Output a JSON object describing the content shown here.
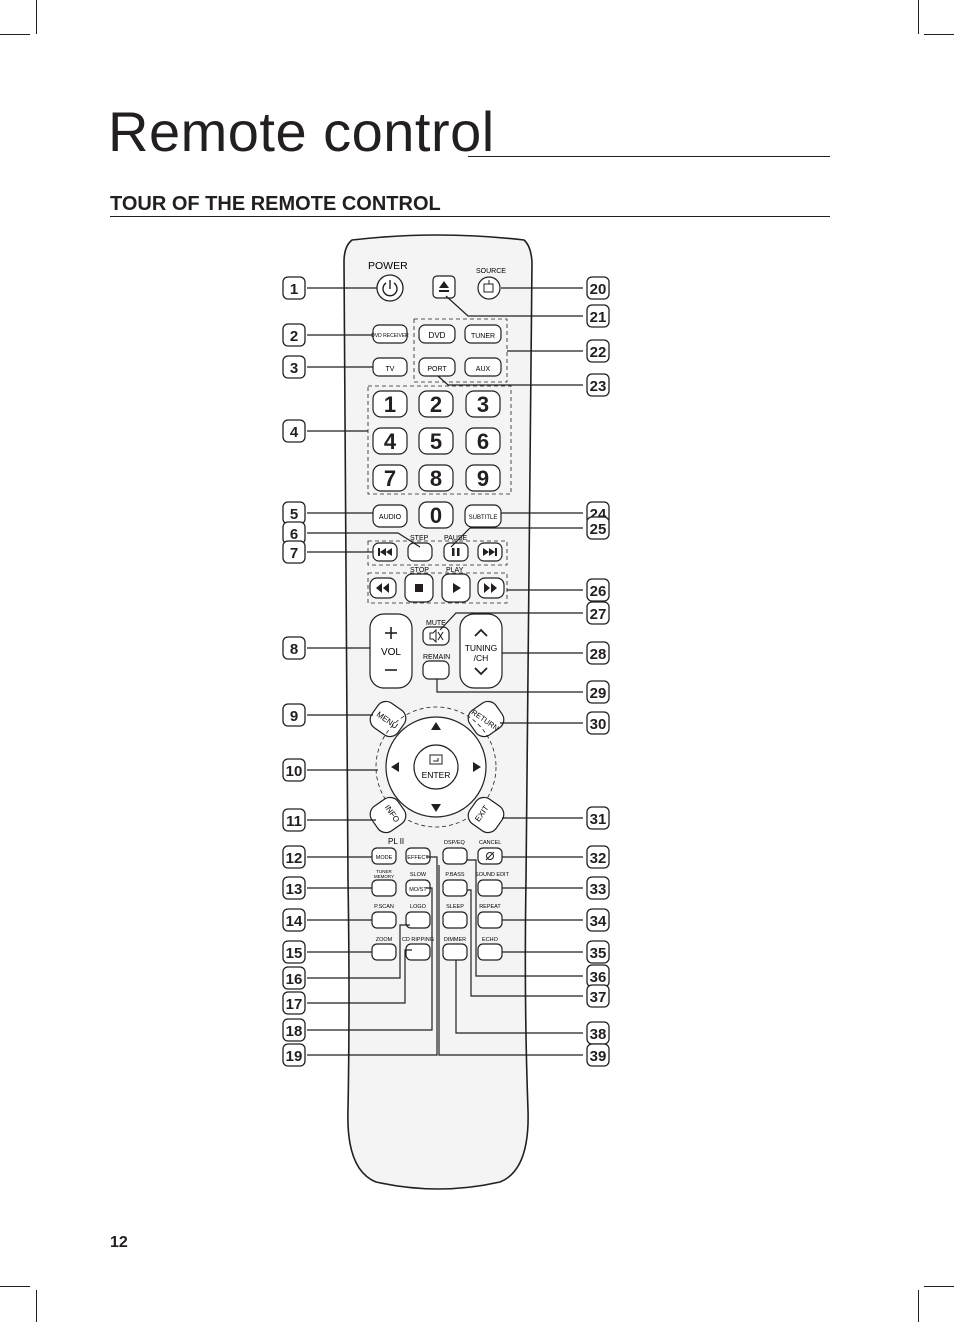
{
  "page": {
    "title": "Remote control",
    "section_title": "TOUR OF THE REMOTE CONTROL",
    "page_number": "12"
  },
  "remote": {
    "labels": {
      "power": "POWER",
      "source": "SOURCE",
      "step": "STEP",
      "pause": "PAUSE",
      "stop": "STOP",
      "play": "PLAY",
      "mute": "MUTE",
      "remain": "REMAIN",
      "vol": "VOL",
      "tuning1": "TUNING",
      "tuning2": "/CH",
      "enter": "ENTER",
      "menu": "MENU",
      "return": "RETURN",
      "info": "INFO",
      "exit": "EXIT",
      "pl2": "PL II",
      "dsp_eq": "DSP/EQ",
      "cancel": "CANCEL",
      "tuner_memory1": "TUNER",
      "tuner_memory2": "MEMORY",
      "slow": "SLOW",
      "p_bass": "P.BASS",
      "sound_edit": "SOUND EDIT",
      "p_scan": "P.SCAN",
      "logo": "LOGO",
      "sleep": "SLEEP",
      "repeat": "REPEAT",
      "zoom": "ZOOM",
      "cd_ripping": "CD RIPPING",
      "dimmer": "DIMMER",
      "echo": "ECHO"
    },
    "buttons": {
      "dvd_receiver": "DVD RECEIVER",
      "dvd": "DVD",
      "tuner": "TUNER",
      "tv": "TV",
      "port": "PORT",
      "aux": "AUX",
      "audio": "AUDIO",
      "subtitle": "SUBTITLE",
      "mode": "MODE",
      "effect": "EFFECT",
      "mo_st": "MO/ST",
      "digits": [
        "1",
        "2",
        "3",
        "4",
        "5",
        "6",
        "7",
        "8",
        "9",
        "0"
      ]
    },
    "callouts_left": [
      "1",
      "2",
      "3",
      "4",
      "5",
      "6",
      "7",
      "8",
      "9",
      "10",
      "11",
      "12",
      "13",
      "14",
      "15",
      "16",
      "17",
      "18",
      "19"
    ],
    "callouts_right": [
      "20",
      "21",
      "22",
      "23",
      "24",
      "25",
      "26",
      "27",
      "28",
      "29",
      "30",
      "31",
      "32",
      "33",
      "34",
      "35",
      "36",
      "37",
      "38",
      "39"
    ]
  }
}
